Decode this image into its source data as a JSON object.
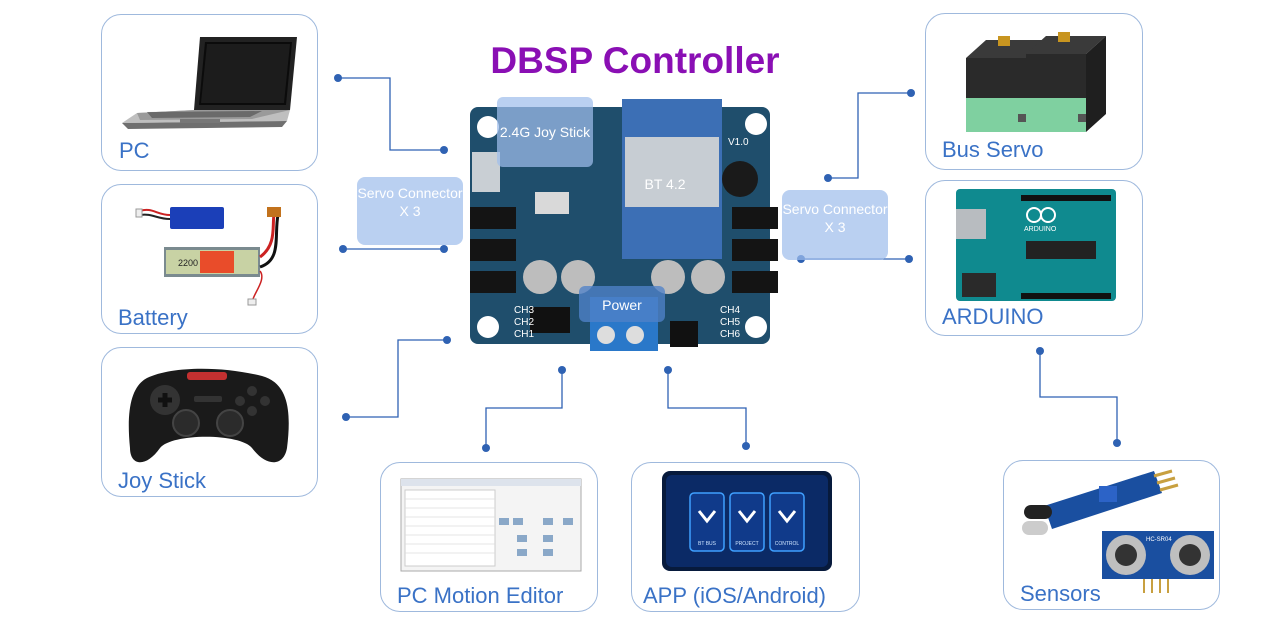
{
  "title": "DBSP Controller",
  "devices": {
    "pc": "PC",
    "battery": "Battery",
    "joystick": "Joy Stick",
    "pc_motion_editor": "PC Motion Editor",
    "app": "APP (iOS/Android)",
    "bus_servo": "Bus Servo",
    "arduino": "ARDUINO",
    "sensors": "Sensors"
  },
  "board_labels": {
    "joystick_module": "2.4G Joy Stick",
    "bluetooth": "BT 4.2",
    "power": "Power",
    "servo_left": "Servo Connector X 3",
    "servo_right": "Servo Connector X 3",
    "ch_left": [
      "CH3",
      "CH2",
      "CH1"
    ],
    "ch_right": [
      "CH4",
      "CH5",
      "CH6"
    ],
    "version": "V1.0"
  },
  "app_buttons": [
    "BT BUS",
    "PROJECT",
    "CONTROL"
  ],
  "battery_print": "2200",
  "arduino_print": "ARDUINO",
  "sensor_print": "HC-SR04",
  "colors": {
    "title": "#8a0fb4",
    "label": "#3a72c6",
    "card_border": "#9fb9dd",
    "connector": "#2f62b3",
    "board": "#1f4e6c"
  }
}
